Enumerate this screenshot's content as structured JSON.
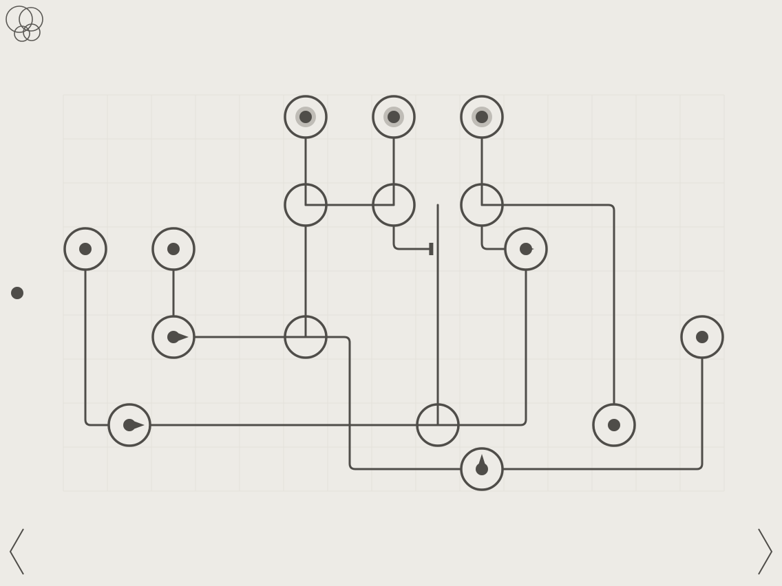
{
  "game": {
    "logo_icon": "overlapping-circles-icon",
    "level_indicator_icon": "dot-icon",
    "prev_icon": "chevron-left-icon",
    "next_icon": "chevron-right-icon",
    "colors": {
      "background": "#edebe6",
      "grid": "#e3e0da",
      "ink": "#4f4d49",
      "glow": "#b3b0aa",
      "logo": "#5a5854"
    },
    "board": {
      "cols": 15,
      "rows": 9,
      "sources": [
        {
          "col": 5,
          "row": 0
        },
        {
          "col": 7,
          "row": 0
        },
        {
          "col": 9,
          "row": 0
        }
      ],
      "nodes": [
        {
          "col": 0,
          "row": 3,
          "kind": "dot"
        },
        {
          "col": 2,
          "row": 3,
          "kind": "dot"
        },
        {
          "col": 10,
          "row": 3,
          "kind": "pointer",
          "dir": "right"
        },
        {
          "col": 2,
          "row": 5,
          "kind": "pointer",
          "dir": "left"
        },
        {
          "col": 14,
          "row": 5,
          "kind": "dot"
        },
        {
          "col": 1,
          "row": 7,
          "kind": "pointer",
          "dir": "left"
        },
        {
          "col": 12,
          "row": 7,
          "kind": "dot"
        },
        {
          "col": 9,
          "row": 8,
          "kind": "pointer",
          "dir": "down"
        }
      ],
      "junctions": [
        {
          "col": 5,
          "row": 2
        },
        {
          "col": 7,
          "row": 2
        },
        {
          "col": 9,
          "row": 2
        },
        {
          "col": 5,
          "row": 5
        },
        {
          "col": 8,
          "row": 7
        }
      ],
      "wires": [
        [
          [
            5,
            0
          ],
          [
            5,
            2
          ]
        ],
        [
          [
            7,
            0
          ],
          [
            7,
            2
          ]
        ],
        [
          [
            9,
            0
          ],
          [
            9,
            2
          ]
        ],
        [
          [
            5,
            2.5
          ],
          [
            5,
            5
          ]
        ],
        [
          [
            5,
            2
          ],
          [
            7,
            2
          ]
        ],
        [
          [
            7,
            2.5
          ],
          [
            7.8,
            3
          ]
        ],
        [
          [
            9,
            2.5
          ],
          [
            10,
            3
          ]
        ],
        [
          [
            9,
            2
          ],
          [
            12,
            2
          ],
          [
            12,
            7
          ]
        ],
        [
          [
            8,
            2
          ],
          [
            8,
            7
          ]
        ],
        [
          [
            2,
            3
          ],
          [
            2,
            5
          ]
        ],
        [
          [
            2,
            5
          ],
          [
            5,
            5
          ]
        ],
        [
          [
            5,
            5
          ],
          [
            6,
            5
          ],
          [
            6,
            8
          ],
          [
            9,
            8
          ]
        ],
        [
          [
            0,
            3
          ],
          [
            0,
            7
          ],
          [
            1,
            7
          ]
        ],
        [
          [
            1,
            7
          ],
          [
            8,
            7
          ]
        ],
        [
          [
            8,
            7
          ],
          [
            10,
            7
          ],
          [
            10,
            3
          ]
        ],
        [
          [
            9,
            8
          ],
          [
            14,
            8
          ],
          [
            14,
            5
          ]
        ]
      ],
      "blocker": {
        "col": 7.85,
        "row": 3
      }
    }
  }
}
